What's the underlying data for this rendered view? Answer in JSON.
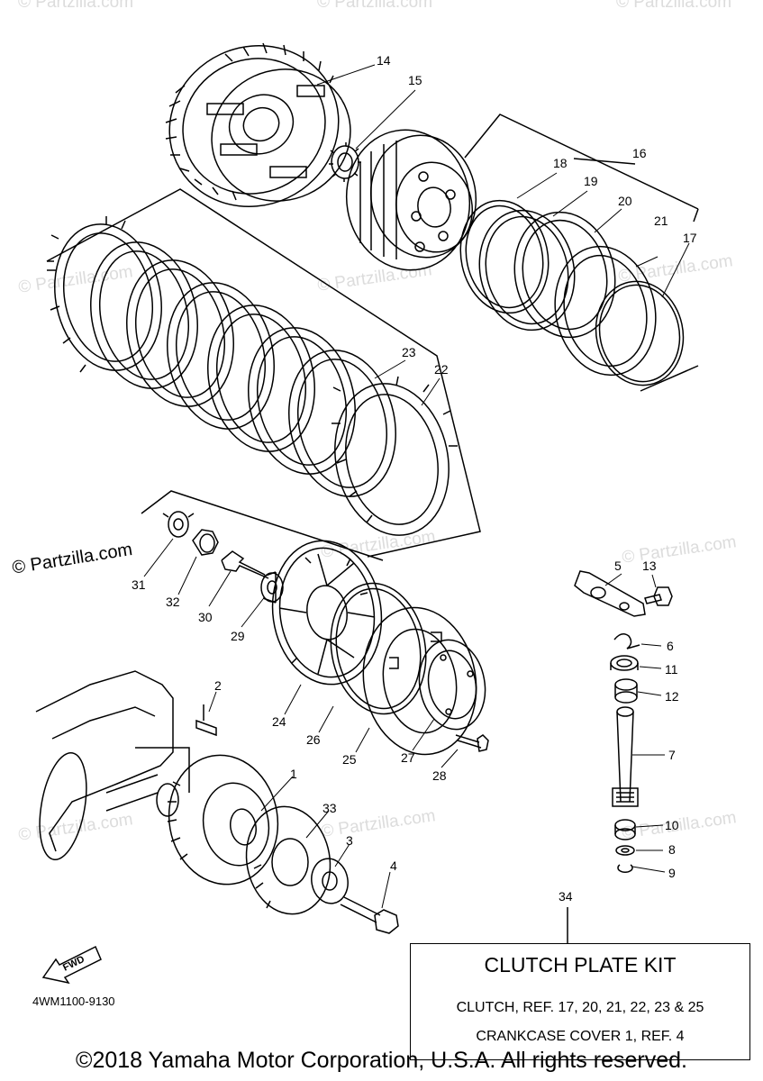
{
  "watermarks": {
    "site_text": "© Partzilla.com",
    "prominent": "© Partzilla.com"
  },
  "diagram": {
    "code": "4WM1100-9130",
    "fwd_label": "FWD",
    "callouts": [
      "14",
      "15",
      "18",
      "16",
      "19",
      "20",
      "21",
      "17",
      "23",
      "22",
      "31",
      "32",
      "30",
      "29",
      "5",
      "13",
      "6",
      "11",
      "12",
      "7",
      "10",
      "8",
      "9",
      "24",
      "26",
      "25",
      "27",
      "28",
      "2",
      "1",
      "33",
      "3",
      "4",
      "34"
    ]
  },
  "kit": {
    "title": "CLUTCH PLATE KIT",
    "line1": "CLUTCH, REF. 17, 20, 21, 22, 23 & 25",
    "line2": "CRANKCASE COVER 1, REF. 4"
  },
  "footer": {
    "copyright": "©2018  Yamaha Motor Corporation, U.S.A. All rights reserved."
  }
}
